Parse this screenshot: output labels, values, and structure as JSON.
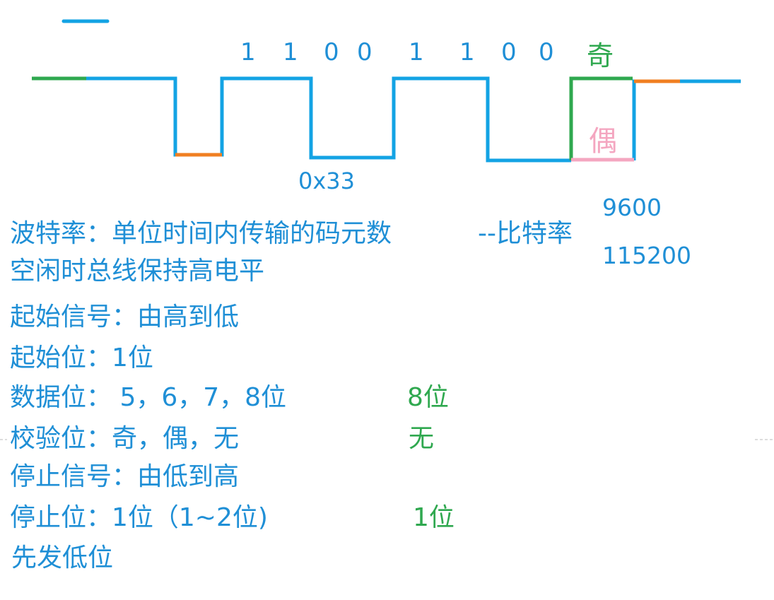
{
  "colors": {
    "signal": "#13a3e4",
    "start_marker": "#2fa84f",
    "low_marker": "#f07f21",
    "parity_odd": "#2fa84f",
    "parity_even": "#f4a6c0",
    "text_blue": "#1f8fd6",
    "text_green": "#2fa84f",
    "divider": "#bbbbbb"
  },
  "waveform": {
    "bits": [
      "1",
      "1",
      "0",
      "0",
      "1",
      "1",
      "0",
      "0"
    ],
    "parity_odd_label": "奇",
    "parity_even_label": "偶",
    "hex_label": "0x33"
  },
  "baud_values": [
    "9600",
    "115200"
  ],
  "notes": [
    {
      "text": "波特率：单位时间内传输的码元数",
      "extra": "--比特率"
    },
    {
      "text": "空闲时总线保持高电平"
    },
    {
      "text": "起始信号：由高到低"
    },
    {
      "text": "起始位：1位"
    },
    {
      "text": "数据位：  5，6，7，8位",
      "answer": "8位"
    },
    {
      "text": "校验位：奇，偶，无",
      "answer": "无"
    },
    {
      "text": "停止信号：由低到高"
    },
    {
      "text": "停止位：1位（1~2位)",
      "answer": "1位"
    },
    {
      "text": "先发低位"
    }
  ]
}
